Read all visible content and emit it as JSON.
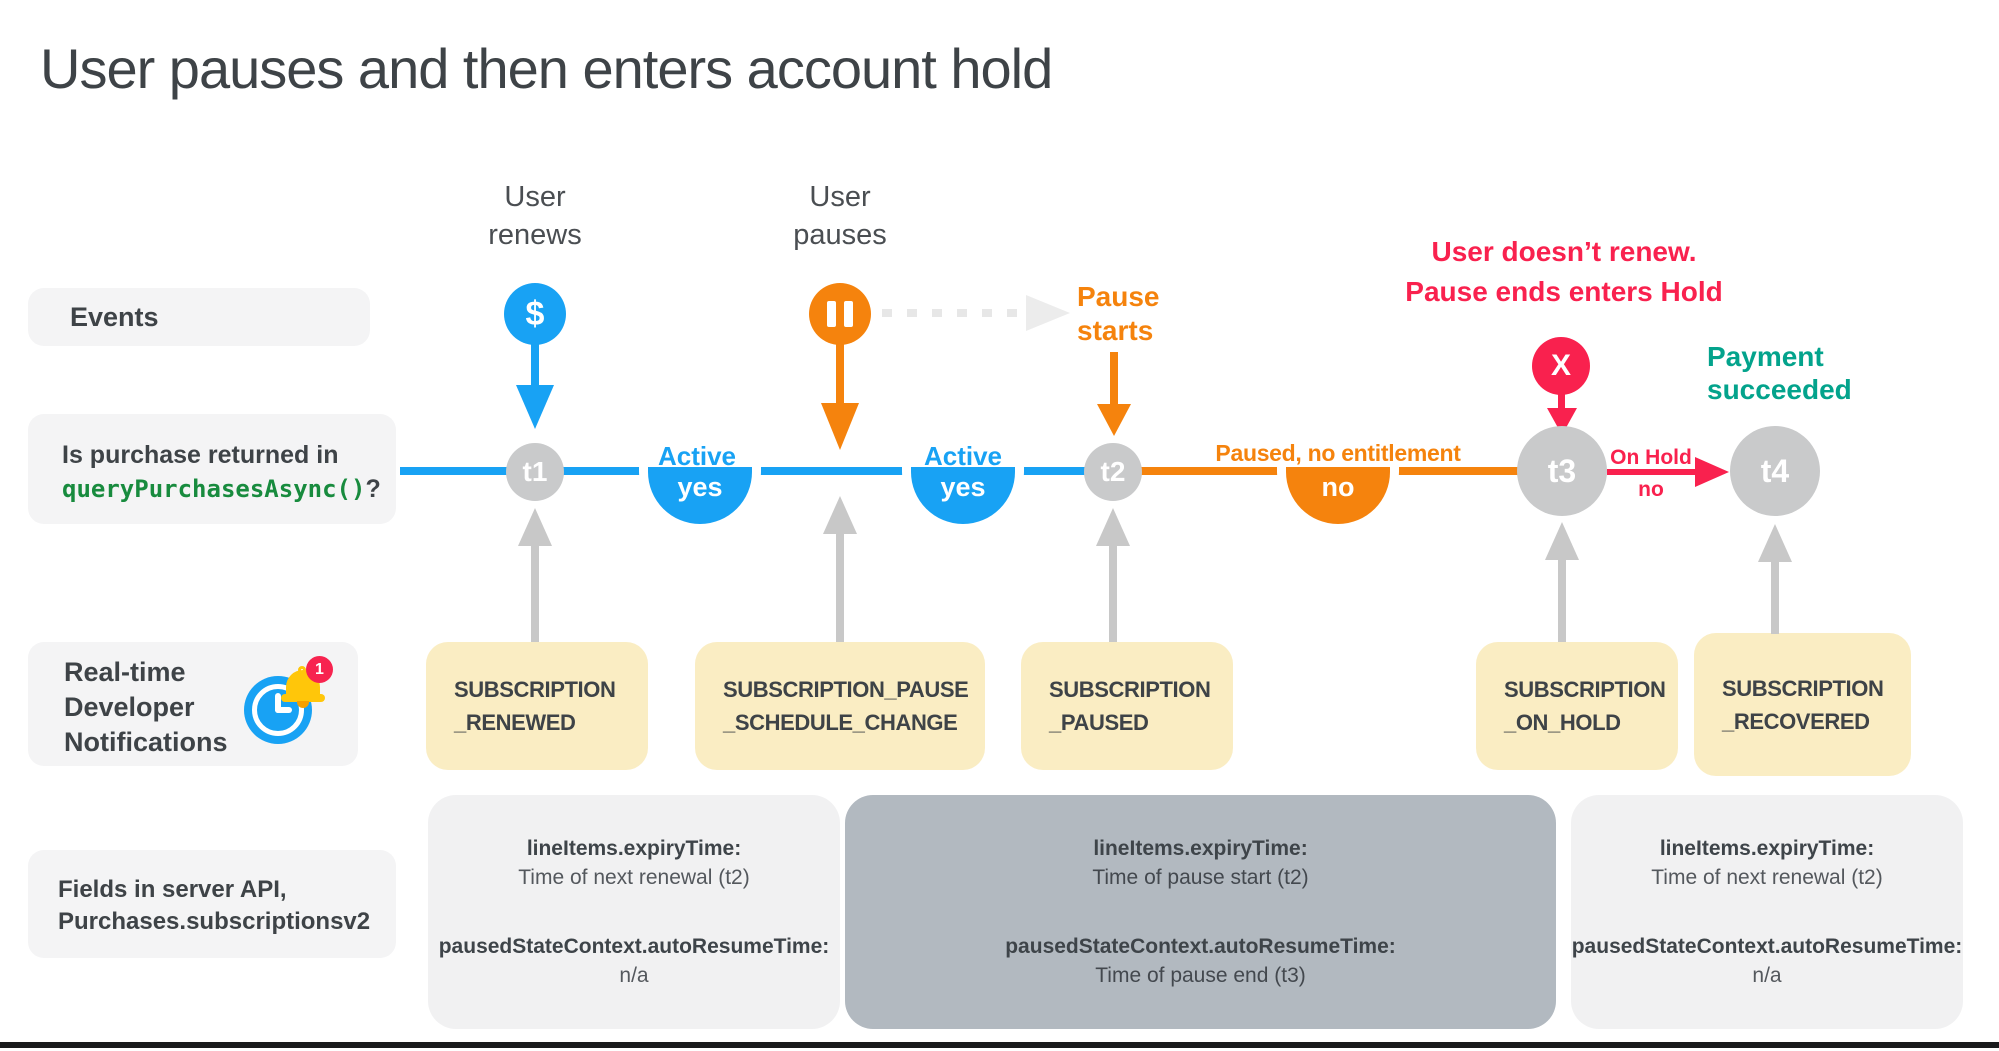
{
  "title": "User pauses and then enters account hold",
  "colors": {
    "blue": "#18A2F4",
    "orange": "#F5830D",
    "red": "#F9214E",
    "teal": "#03A38C",
    "codegreen": "#188B3E",
    "nodegray": "#C9CACB",
    "arrowgray": "#C8C8C8",
    "dottedgray": "#E7E7E7",
    "yellowbox": "#FAEDC3",
    "darkbox": "#B2B9C0",
    "lightbox": "#F1F1F2",
    "labelbox": "#F4F4F5",
    "textdark": "#3E4347",
    "textmid": "#4A4E52",
    "bellyellow": "#FFC60A",
    "badgered": "#F7234F"
  },
  "labels": {
    "events": "Events",
    "purchase_question": "Is purchase returned in",
    "purchase_code": "queryPurchasesAsync()",
    "purchase_suffix": "?",
    "rtdn": [
      "Real-time",
      "Developer",
      "Notifications"
    ],
    "rtdn_badge": "1",
    "fields": [
      "Fields in server API,",
      "Purchases.subscriptionsv2"
    ]
  },
  "events": {
    "user_renews": [
      "User",
      "renews"
    ],
    "renew_icon": "$",
    "user_pauses": [
      "User",
      "pauses"
    ],
    "pause_starts": [
      "Pause",
      "starts"
    ],
    "hold_warning": [
      "User doesn’t renew.",
      "Pause ends enters Hold"
    ],
    "hold_icon": "X",
    "payment_succeeded": [
      "Payment",
      "succeeded"
    ]
  },
  "timeline": {
    "nodes": [
      "t1",
      "t2",
      "t3",
      "t4"
    ],
    "segments": [
      {
        "label": "Active",
        "answer": "yes"
      },
      {
        "label": "Active",
        "answer": "yes"
      },
      {
        "label": "Paused, no entitlement",
        "answer": "no"
      },
      {
        "label": "On Hold",
        "answer": "no"
      }
    ]
  },
  "rtdn_boxes": [
    [
      "SUBSCRIPTION",
      "_RENEWED"
    ],
    [
      "SUBSCRIPTION_PAUSE",
      "_SCHEDULE_CHANGE"
    ],
    [
      "SUBSCRIPTION",
      "_PAUSED"
    ],
    [
      "SUBSCRIPTION",
      "_ON_HOLD"
    ],
    [
      "SUBSCRIPTION",
      "_RECOVERED"
    ]
  ],
  "field_boxes": [
    {
      "expiry_label": "lineItems.expiryTime:",
      "expiry_value": "Time of next renewal (t2)",
      "resume_label": "pausedStateContext.autoResumeTime:",
      "resume_value": "n/a"
    },
    {
      "expiry_label": "lineItems.expiryTime:",
      "expiry_value": "Time of pause start (t2)",
      "resume_label": "pausedStateContext.autoResumeTime:",
      "resume_value": "Time of pause end (t3)"
    },
    {
      "expiry_label": "lineItems.expiryTime:",
      "expiry_value": "Time of next renewal (t2)",
      "resume_label": "pausedStateContext.autoResumeTime:",
      "resume_value": "n/a"
    }
  ]
}
